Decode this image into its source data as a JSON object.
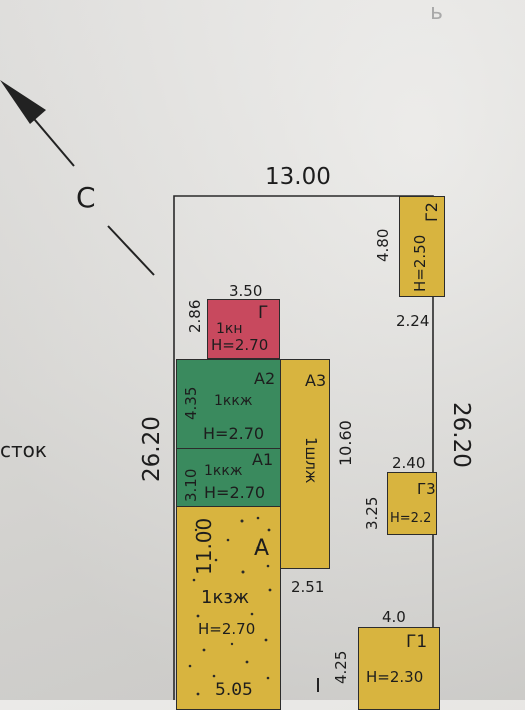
{
  "header": {
    "partial_text": "ь"
  },
  "north_arrow": {
    "letter": "С"
  },
  "side_label": "сток",
  "plot": {
    "width_top": "13.00",
    "height_left": "26.20",
    "height_right": "26.20"
  },
  "buildings": {
    "g_kn": {
      "letter": "Г",
      "desc": "1кн",
      "height": "H=2.70",
      "width": "3.50",
      "depth": "2.86",
      "color": "#c8495e"
    },
    "a2": {
      "letter": "А2",
      "desc": "1ккж",
      "height": "H=2.70",
      "depth": "4.35",
      "color": "#3a8a5e"
    },
    "a1": {
      "letter": "А1",
      "desc": "1ккж",
      "height": "H=2.70",
      "depth": "3.10",
      "color": "#3a8a5e"
    },
    "a3": {
      "letter": "А3",
      "desc": "1шлж",
      "depth": "10.60",
      "width": "2.51",
      "color": "#d8b43f"
    },
    "a": {
      "letter": "А",
      "desc": "1кзж",
      "height": "H=2.70",
      "depth": "11.00",
      "bottom_dim": "5.05",
      "color": "#d8b43f"
    },
    "g2": {
      "letter": "Г2",
      "height": "H=2.50",
      "depth": "4.80",
      "width": "2.24",
      "color": "#d8b43f"
    },
    "g3": {
      "letter": "Г3",
      "height": "H=2.2",
      "width": "2.40",
      "depth": "3.25",
      "color": "#d8b43f"
    },
    "g1": {
      "letter": "Г1",
      "height": "H=2.30",
      "width": "4.0",
      "depth": "4.25",
      "color": "#d8b43f"
    }
  }
}
